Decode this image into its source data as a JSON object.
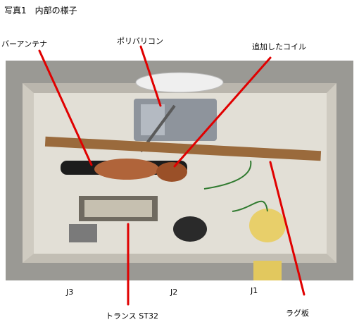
{
  "caption": "写真1　内部の様子",
  "labels": {
    "bar_antenna": "バーアンテナ",
    "polyvaricon": "ポリバリコン",
    "added_coil": "追加したコイル",
    "j3": "J3",
    "j2": "J2",
    "j1": "J1",
    "transformer": "トランス ST32",
    "lug_board": "ラグ板"
  },
  "colors": {
    "pointer": "#e00000",
    "case_body": "#d9d6cc",
    "background_surface": "#9a9994",
    "coil_copper": "#b0643a",
    "lug_strip": "#9a6a3c",
    "jack_yellow": "#e8cf6a"
  }
}
